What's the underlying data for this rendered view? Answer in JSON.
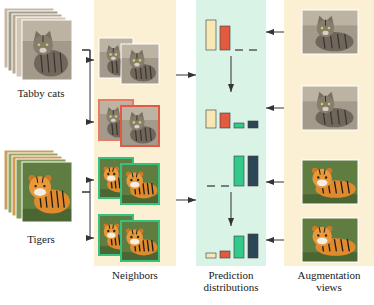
{
  "diagram": {
    "nodes": [
      {
        "text": [
          "Tabby cats"
        ]
      },
      {
        "text": [
          "Tigers"
        ]
      },
      {
        "text": [
          "Neighbors"
        ]
      },
      {
        "text": [
          "Prediction distributions"
        ]
      },
      {
        "text": [
          "Augmentation views"
        ]
      }
    ],
    "edges": [
      {
        "from": 0,
        "to": 2,
        "arrow": "to"
      },
      {
        "from": 0,
        "to": 2,
        "arrow": "to"
      },
      {
        "from": 1,
        "to": 2,
        "arrow": "to"
      },
      {
        "from": 1,
        "to": 2,
        "arrow": "to"
      },
      {
        "from": 2,
        "to": 3,
        "arrow": "to"
      },
      {
        "from": 2,
        "to": 3,
        "arrow": "to"
      },
      {
        "from": 4,
        "to": 3,
        "arrow": "to"
      },
      {
        "from": 4,
        "to": 3,
        "arrow": "to"
      },
      {
        "from": 4,
        "to": 3,
        "arrow": "to"
      },
      {
        "from": 4,
        "to": 3,
        "arrow": "to"
      }
    ]
  }
}
